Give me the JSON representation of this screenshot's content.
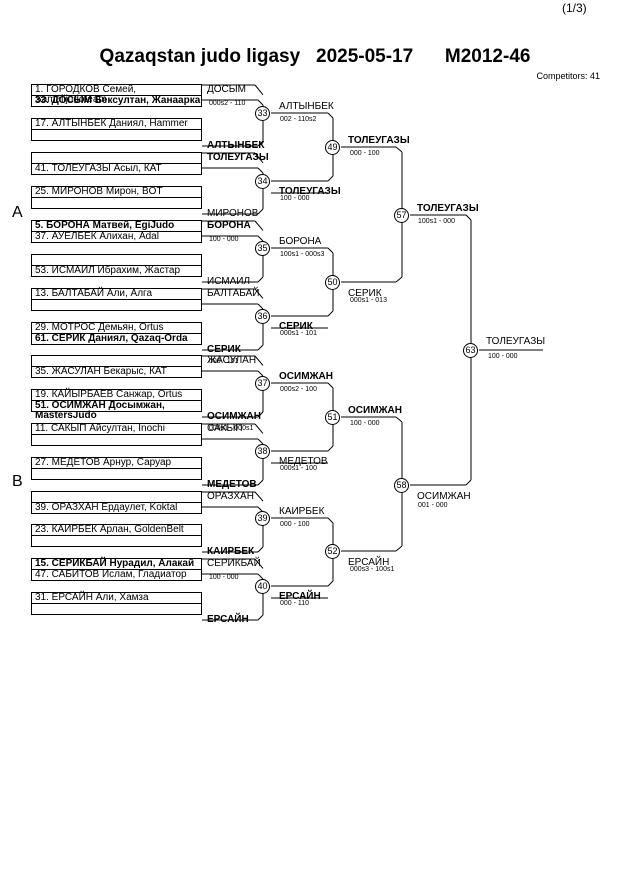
{
  "header": {
    "page": "(1/3)",
    "league": "Qazaqstan judo ligasy",
    "date": "2025-05-17",
    "category": "M2012-46",
    "competitors": "Competitors: 41"
  },
  "groups": {
    "a": "A",
    "b": "B"
  },
  "entries": [
    {
      "text": "1. ГОРОДКОВ Семей, Samalijudoteam",
      "bold": false
    },
    {
      "text": "33. ДОСЫМ Бексултан, Жанаарка",
      "bold": true
    },
    {
      "text": "17. АЛТЫНБЕК Даниял, Hammer",
      "bold": false
    },
    {
      "text": "",
      "bold": false
    },
    {
      "text": "",
      "bold": false
    },
    {
      "text": "41. ТОЛЕУГАЗЫ Асыл, КАТ",
      "bold": false
    },
    {
      "text": "25. МИРОНОВ Мирон, BOT",
      "bold": false
    },
    {
      "text": "",
      "bold": false
    },
    {
      "text": "5. БОРОНА Матвей, EgiJudo",
      "bold": true
    },
    {
      "text": "37. АУЕЛБЕК Алихан, Adal",
      "bold": false
    },
    {
      "text": "",
      "bold": false
    },
    {
      "text": "53. ИСМАИЛ Ибрахим, Жастар",
      "bold": false
    },
    {
      "text": "13. БАЛТАБАЙ Али, Алга",
      "bold": false
    },
    {
      "text": "",
      "bold": false
    },
    {
      "text": "29. МОТРОС Демьян, Ortus",
      "bold": false
    },
    {
      "text": "61. СЕРИК Даниял, Qazaq-Orda",
      "bold": true
    },
    {
      "text": "",
      "bold": false
    },
    {
      "text": "35. ЖАСУЛАН Бекарыс, КАТ",
      "bold": false
    },
    {
      "text": "19. КАЙЫРБАЕВ Санжар, Ortus",
      "bold": false
    },
    {
      "text": "51. ОСИМЖАН Досымжан, MastersJudo",
      "bold": true
    },
    {
      "text": "11. САКЫП Айсултан, Inochi",
      "bold": false
    },
    {
      "text": "",
      "bold": false
    },
    {
      "text": "27. МЕДЕТОВ Арнур, Саруар",
      "bold": false
    },
    {
      "text": "",
      "bold": false
    },
    {
      "text": "",
      "bold": false
    },
    {
      "text": "39. ОРАЗХАН Ердаулет, Koktal",
      "bold": false
    },
    {
      "text": "23. КАИРБЕК Арлан, GoldenBelt",
      "bold": false
    },
    {
      "text": "",
      "bold": false
    },
    {
      "text": "15. СЕРИКБАЙ Нурадил, Алакай",
      "bold": true
    },
    {
      "text": "47. САБИТОВ Ислам, Гладиатор",
      "bold": false
    },
    {
      "text": "31. ЕРСАЙН Али, Хамза",
      "bold": false
    },
    {
      "text": "",
      "bold": false
    }
  ],
  "round1": [
    {
      "winner": "ДОСЫМ",
      "bold": false,
      "score": "000s2 - 110"
    },
    {
      "winner": "АЛТЫНБЕК",
      "bold": true,
      "score": ""
    },
    {
      "winner": "ТОЛЕУГАЗЫ",
      "bold": true,
      "score": ""
    },
    {
      "winner": "МИРОНОВ",
      "bold": false,
      "score": ""
    },
    {
      "winner": "БОРОНА",
      "bold": true,
      "score": "100 - 000"
    },
    {
      "winner": "ИСМАИЛ",
      "bold": false,
      "score": ""
    },
    {
      "winner": "БАЛТАБАЙ",
      "bold": false,
      "score": ""
    },
    {
      "winner": "СЕРИК",
      "bold": true,
      "score": "000 - 101"
    },
    {
      "winner": "ЖАСУЛАН",
      "bold": false,
      "score": ""
    },
    {
      "winner": "ОСИМЖАН",
      "bold": true,
      "score": "000s1 - 000s1"
    },
    {
      "winner": "САКЫП",
      "bold": false,
      "score": ""
    },
    {
      "winner": "МЕДЕТОВ",
      "bold": true,
      "score": ""
    },
    {
      "winner": "ОРАЗХАН",
      "bold": false,
      "score": ""
    },
    {
      "winner": "КАИРБЕК",
      "bold": true,
      "score": ""
    },
    {
      "winner": "СЕРИКБАЙ",
      "bold": false,
      "score": "100 - 000"
    },
    {
      "winner": "ЕРСАЙН",
      "bold": true,
      "score": ""
    }
  ],
  "round2": [
    {
      "num": "33",
      "winner": "АЛТЫНБЕК",
      "bold": false,
      "score": "002 - 110s2"
    },
    {
      "num": "34",
      "winner": "ТОЛЕУГАЗЫ",
      "bold": true,
      "score": "100 - 000"
    },
    {
      "num": "35",
      "winner": "БОРОНА",
      "bold": false,
      "score": "100s1 - 000s3"
    },
    {
      "num": "36",
      "winner": "СЕРИК",
      "bold": true,
      "score": "000s1 - 101"
    },
    {
      "num": "37",
      "winner": "ОСИМЖАН",
      "bold": true,
      "score": "000s2 - 100"
    },
    {
      "num": "38",
      "winner": "МЕДЕТОВ",
      "bold": false,
      "score": "000s1 - 100"
    },
    {
      "num": "39",
      "winner": "КАИРБЕК",
      "bold": false,
      "score": "000 - 100"
    },
    {
      "num": "40",
      "winner": "ЕРСАЙН",
      "bold": true,
      "score": "000 - 110"
    }
  ],
  "round3": [
    {
      "num": "49",
      "winner": "ТОЛЕУГАЗЫ",
      "bold": true,
      "score": "000 - 100"
    },
    {
      "num": "50",
      "winner": "СЕРИК",
      "bold": false,
      "score": "000s1 - 013"
    },
    {
      "num": "51",
      "winner": "ОСИМЖАН",
      "bold": true,
      "score": "100 - 000"
    },
    {
      "num": "52",
      "winner": "ЕРСАЙН",
      "bold": false,
      "score": "000s3 - 100s1"
    }
  ],
  "round4": [
    {
      "num": "57",
      "winner": "ТОЛЕУГАЗЫ",
      "bold": true,
      "score": "100s1 - 000"
    },
    {
      "num": "58",
      "winner": "ОСИМЖАН",
      "bold": false,
      "score": "001 - 000"
    }
  ],
  "final": {
    "num": "63",
    "winner": "ТОЛЕУГАЗЫ",
    "bold": false,
    "score": "100 - 000"
  }
}
